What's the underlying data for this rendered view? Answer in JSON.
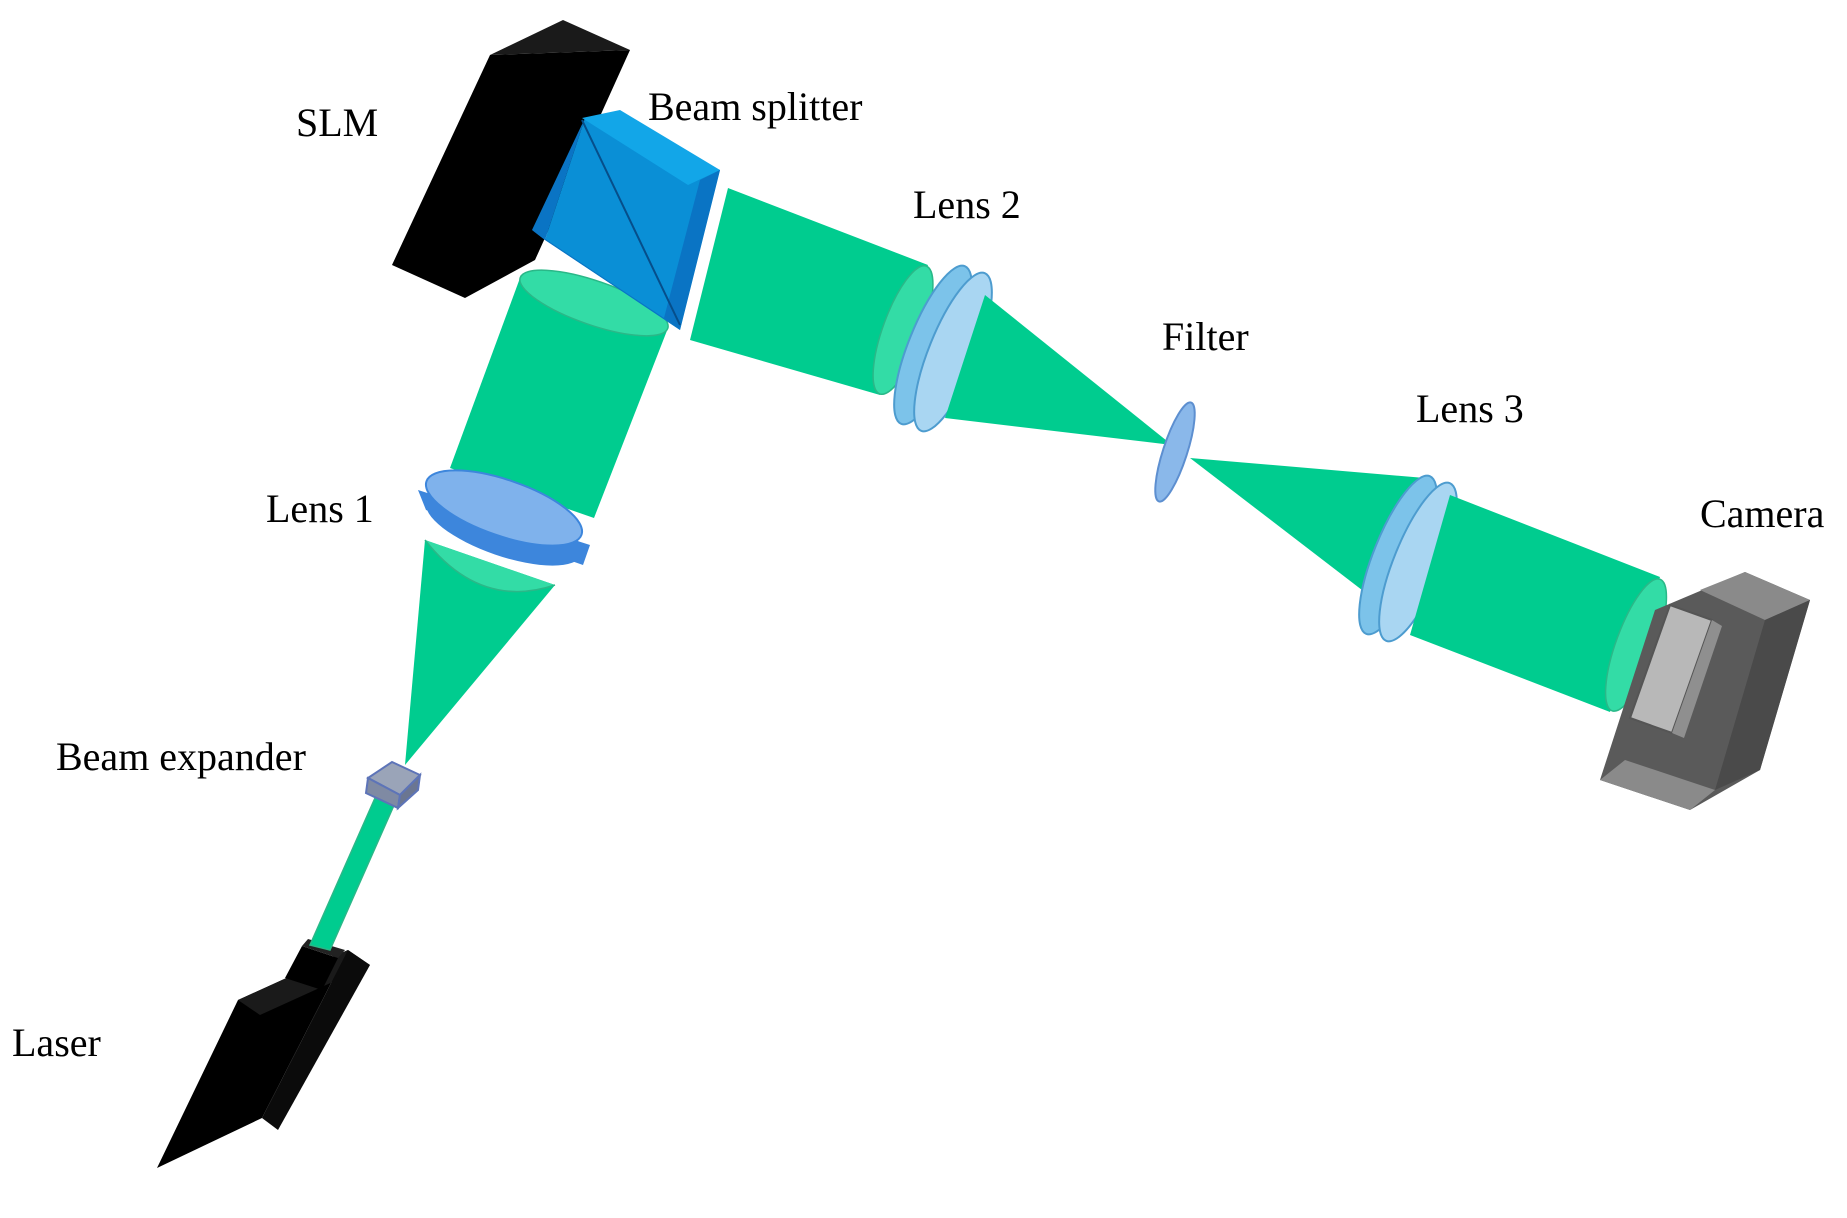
{
  "colors": {
    "beam": "#00cc8f",
    "beam_light": "#33dca6",
    "beam_edge": "#2ab888",
    "lens_face": "#a9d6f2",
    "lens_edge": "#7cc3ea",
    "lens1_face": "#7fb2ec",
    "lens1_edge": "#3d86dc",
    "splitter_light": "#12a6e8",
    "splitter_dark": "#0a74c4",
    "filter": "#8ab8ea",
    "slm": "#000000",
    "laser": "#000000",
    "camera_dark": "#4f4f4f",
    "camera_light": "#8a8a8a"
  },
  "labels": {
    "slm": "SLM",
    "beam_splitter": "Beam splitter",
    "lens_1": "Lens 1",
    "lens_2": "Lens 2",
    "lens_3": "Lens 3",
    "filter": "Filter",
    "camera": "Camera",
    "beam_expander": "Beam expander",
    "laser": "Laser"
  }
}
